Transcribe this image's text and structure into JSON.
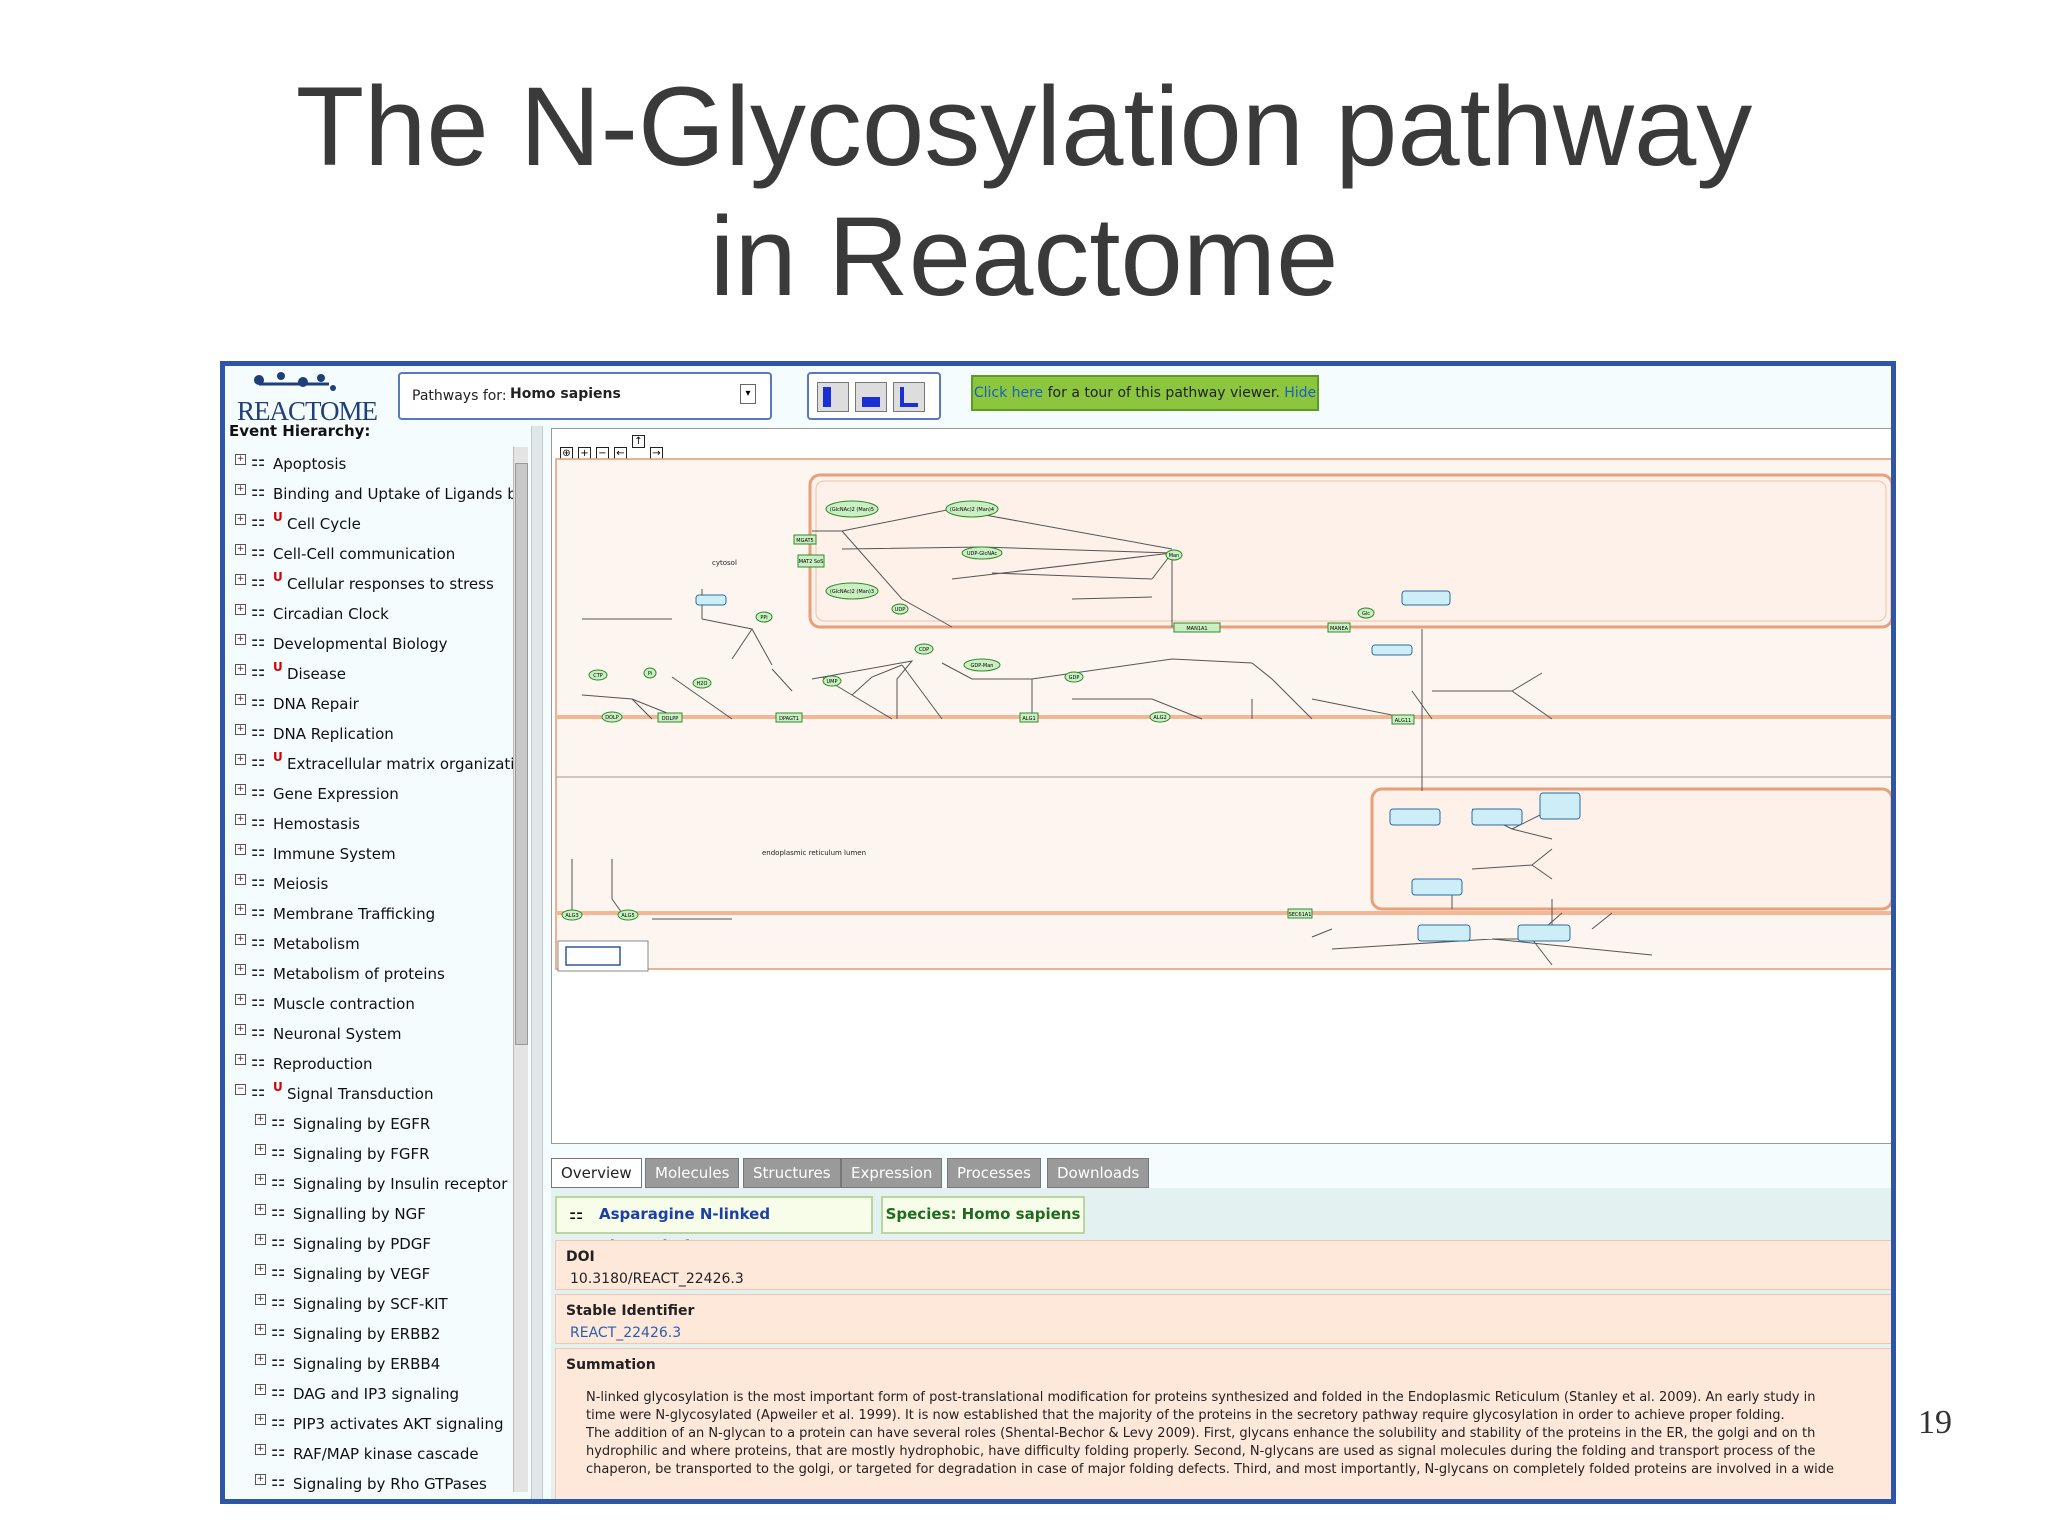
{
  "slide": {
    "title_line1": "The N-Glycosylation pathway",
    "title_line2": "in Reactome",
    "page_number": "19"
  },
  "header": {
    "logo_text": "REACTOME",
    "pathways_for_label": "Pathways for:",
    "species_selected": "Homo sapiens",
    "tour_link": "Click here",
    "tour_text": " for a tour of this pathway viewer. ",
    "tour_hide": "Hide"
  },
  "event_hierarchy": {
    "title": "Event Hierarchy:",
    "items": [
      {
        "label": "Apoptosis",
        "u": false,
        "level": 0,
        "open": false
      },
      {
        "label": "Binding and Uptake of Ligands by",
        "u": false,
        "level": 0,
        "open": false
      },
      {
        "label": "Cell Cycle",
        "u": true,
        "level": 0,
        "open": false
      },
      {
        "label": "Cell-Cell communication",
        "u": false,
        "level": 0,
        "open": false
      },
      {
        "label": "Cellular responses to stress",
        "u": true,
        "level": 0,
        "open": false
      },
      {
        "label": "Circadian Clock",
        "u": false,
        "level": 0,
        "open": false
      },
      {
        "label": "Developmental Biology",
        "u": false,
        "level": 0,
        "open": false
      },
      {
        "label": "Disease",
        "u": true,
        "level": 0,
        "open": false
      },
      {
        "label": "DNA Repair",
        "u": false,
        "level": 0,
        "open": false
      },
      {
        "label": "DNA Replication",
        "u": false,
        "level": 0,
        "open": false
      },
      {
        "label": "Extracellular matrix organization",
        "u": true,
        "level": 0,
        "open": false
      },
      {
        "label": "Gene Expression",
        "u": false,
        "level": 0,
        "open": false
      },
      {
        "label": "Hemostasis",
        "u": false,
        "level": 0,
        "open": false
      },
      {
        "label": "Immune System",
        "u": false,
        "level": 0,
        "open": false
      },
      {
        "label": "Meiosis",
        "u": false,
        "level": 0,
        "open": false
      },
      {
        "label": "Membrane Trafficking",
        "u": false,
        "level": 0,
        "open": false
      },
      {
        "label": "Metabolism",
        "u": false,
        "level": 0,
        "open": false
      },
      {
        "label": "Metabolism of proteins",
        "u": false,
        "level": 0,
        "open": false
      },
      {
        "label": "Muscle contraction",
        "u": false,
        "level": 0,
        "open": false
      },
      {
        "label": "Neuronal System",
        "u": false,
        "level": 0,
        "open": false
      },
      {
        "label": "Reproduction",
        "u": false,
        "level": 0,
        "open": false
      },
      {
        "label": "Signal Transduction",
        "u": true,
        "level": 0,
        "open": true
      },
      {
        "label": "Signaling by EGFR",
        "u": false,
        "level": 1,
        "open": false
      },
      {
        "label": "Signaling by FGFR",
        "u": false,
        "level": 1,
        "open": false
      },
      {
        "label": "Signaling by Insulin receptor",
        "u": false,
        "level": 1,
        "open": false
      },
      {
        "label": "Signalling by NGF",
        "u": false,
        "level": 1,
        "open": false
      },
      {
        "label": "Signaling by PDGF",
        "u": false,
        "level": 1,
        "open": false
      },
      {
        "label": "Signaling by VEGF",
        "u": false,
        "level": 1,
        "open": false
      },
      {
        "label": "Signaling by SCF-KIT",
        "u": false,
        "level": 1,
        "open": false
      },
      {
        "label": "Signaling by ERBB2",
        "u": false,
        "level": 1,
        "open": false
      },
      {
        "label": "Signaling by ERBB4",
        "u": false,
        "level": 1,
        "open": false
      },
      {
        "label": "DAG and IP3 signaling",
        "u": false,
        "level": 1,
        "open": false
      },
      {
        "label": "PIP3 activates AKT signaling",
        "u": false,
        "level": 1,
        "open": false
      },
      {
        "label": "RAF/MAP kinase cascade",
        "u": false,
        "level": 1,
        "open": false
      },
      {
        "label": "Signaling by Rho GTPases",
        "u": false,
        "level": 1,
        "open": false
      }
    ]
  },
  "diagram": {
    "compartment_labels": [
      "cytosol",
      "endoplasmic reticulum lumen"
    ],
    "nodes": [
      "(GlcNAc)2 (Man)5",
      "(GlcNAc)2 (Man)4",
      "MGAT5",
      "MAT2 SoS",
      "(GlcNAc)2 (Man)3",
      "UDP-GlcNAc",
      "Man",
      "GDP-Man",
      "UDP",
      "PPi",
      "Glc",
      "MAN1A1",
      "MANEA",
      "SEC61A1",
      "DOLPP",
      "DOLP",
      "DPAGT1",
      "ALG1",
      "ALG2",
      "ALG11",
      "ALG3",
      "ALG5",
      "GDP",
      "UMP",
      "CTP",
      "CDP",
      "Pi",
      "H2O"
    ]
  },
  "tabs": [
    "Overview",
    "Molecules",
    "Structures",
    "Expression",
    "Processes",
    "Downloads"
  ],
  "overview": {
    "pathway_name": "Asparagine N-linked glycosylation",
    "species": "Species: Homo sapiens",
    "doi_label": "DOI",
    "doi_value": "10.3180/REACT_22426.3",
    "stable_id_label": "Stable Identifier",
    "stable_id_value": "REACT_22426.3",
    "summation_label": "Summation",
    "summation_lines": [
      "N-linked glycosylation is the most important form of post-translational modification for proteins synthesized and folded in the Endoplasmic Reticulum (Stanley et al. 2009). An early study in",
      "time were N-glycosylated (Apweiler et al. 1999). It is now established that the majority of the proteins in the secretory pathway require glycosylation in order to achieve proper folding.",
      "The addition of an N-glycan to a protein can have several roles (Shental-Bechor & Levy 2009). First, glycans enhance the solubility and stability of the proteins in the ER, the golgi and on th",
      "hydrophilic and where proteins, that are mostly hydrophobic, have difficulty folding properly. Second, N-glycans are used as signal molecules during the folding and transport process of the",
      "chaperon, be transported to the golgi, or targeted for degradation in case of major folding defects. Third, and most importantly, N-glycans on completely folded proteins are involved in a wide"
    ]
  }
}
